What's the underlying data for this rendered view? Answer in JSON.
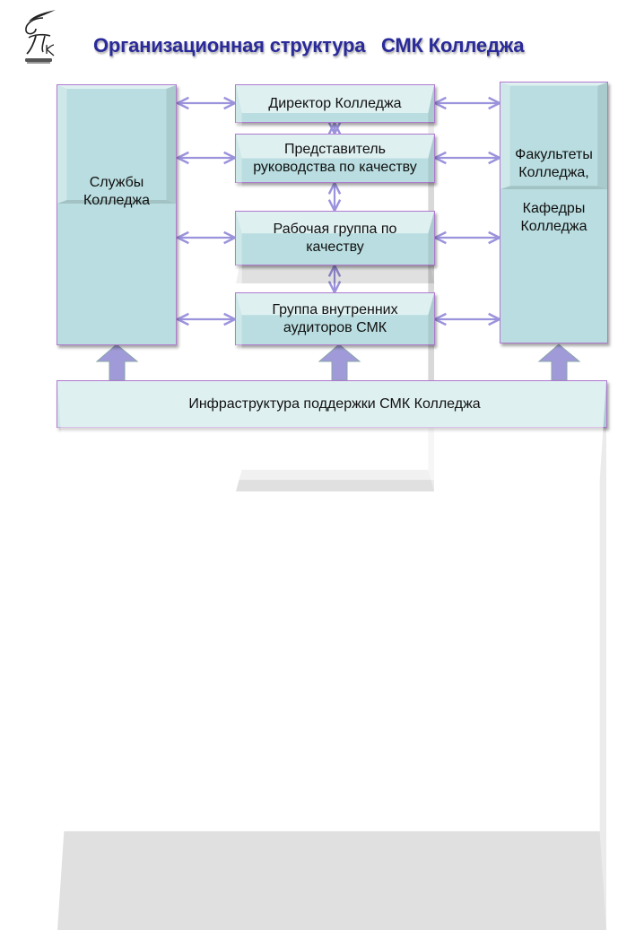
{
  "title": "Организационная структура   СМК Колледжа",
  "logo": {
    "icon": "college-monogram-logo",
    "text": "СПк"
  },
  "colors": {
    "box_fill": "#b9dde0",
    "box_border": "#b07ad0",
    "connector": "#9b93dc",
    "block_arrow": "#a09ad8",
    "title": "#2a2a9a"
  },
  "boxes": {
    "services": "Службы\nКолледжа",
    "director": "Директор Колледжа",
    "quality_rep": "Представитель\nруководства по качеству",
    "working_group": "Рабочая группа по\nкачеству",
    "auditors": "Группа внутренних\nаудиторов СМК",
    "faculties": "Факультеты\nКолледжа,\n\nКафедры\nКолледжа",
    "infrastructure": "Инфраструктура поддержки СМК Колледжа"
  }
}
